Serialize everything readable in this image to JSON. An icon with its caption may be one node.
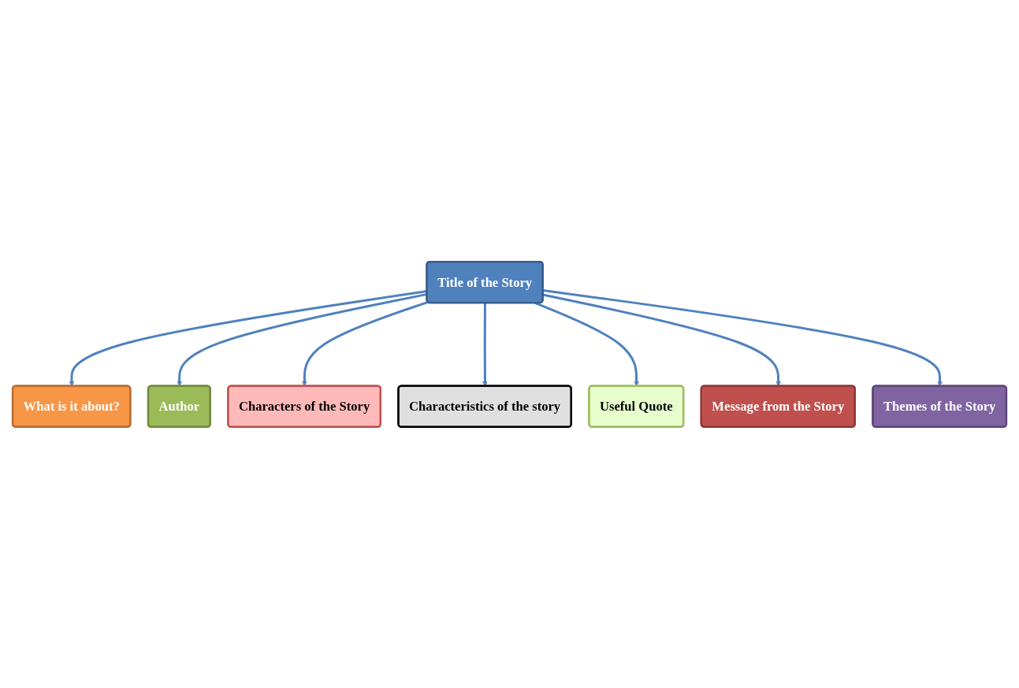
{
  "diagram": {
    "nodes": [
      {
        "text": [
          "What is it about?"
        ]
      },
      {
        "text": [
          "Author"
        ]
      },
      {
        "text": [
          "Characters of the Story"
        ]
      },
      {
        "text": [
          "Title of the Story"
        ]
      },
      {
        "text": [
          "Characteristics of the story"
        ]
      },
      {
        "text": [
          "Useful Quote"
        ]
      },
      {
        "text": [
          "Message from the Story"
        ]
      },
      {
        "text": [
          "Themes of the Story"
        ]
      }
    ],
    "edges": [
      {
        "from": 3,
        "to": 0,
        "arrow": "to"
      },
      {
        "from": 3,
        "to": 1,
        "arrow": "to"
      },
      {
        "from": 3,
        "to": 2,
        "arrow": "to"
      },
      {
        "from": 3,
        "to": 4,
        "arrow": "to"
      },
      {
        "from": 3,
        "to": 5,
        "arrow": "to"
      },
      {
        "from": 3,
        "to": 6,
        "arrow": "to"
      },
      {
        "from": 3,
        "to": 7,
        "arrow": "to"
      }
    ]
  }
}
